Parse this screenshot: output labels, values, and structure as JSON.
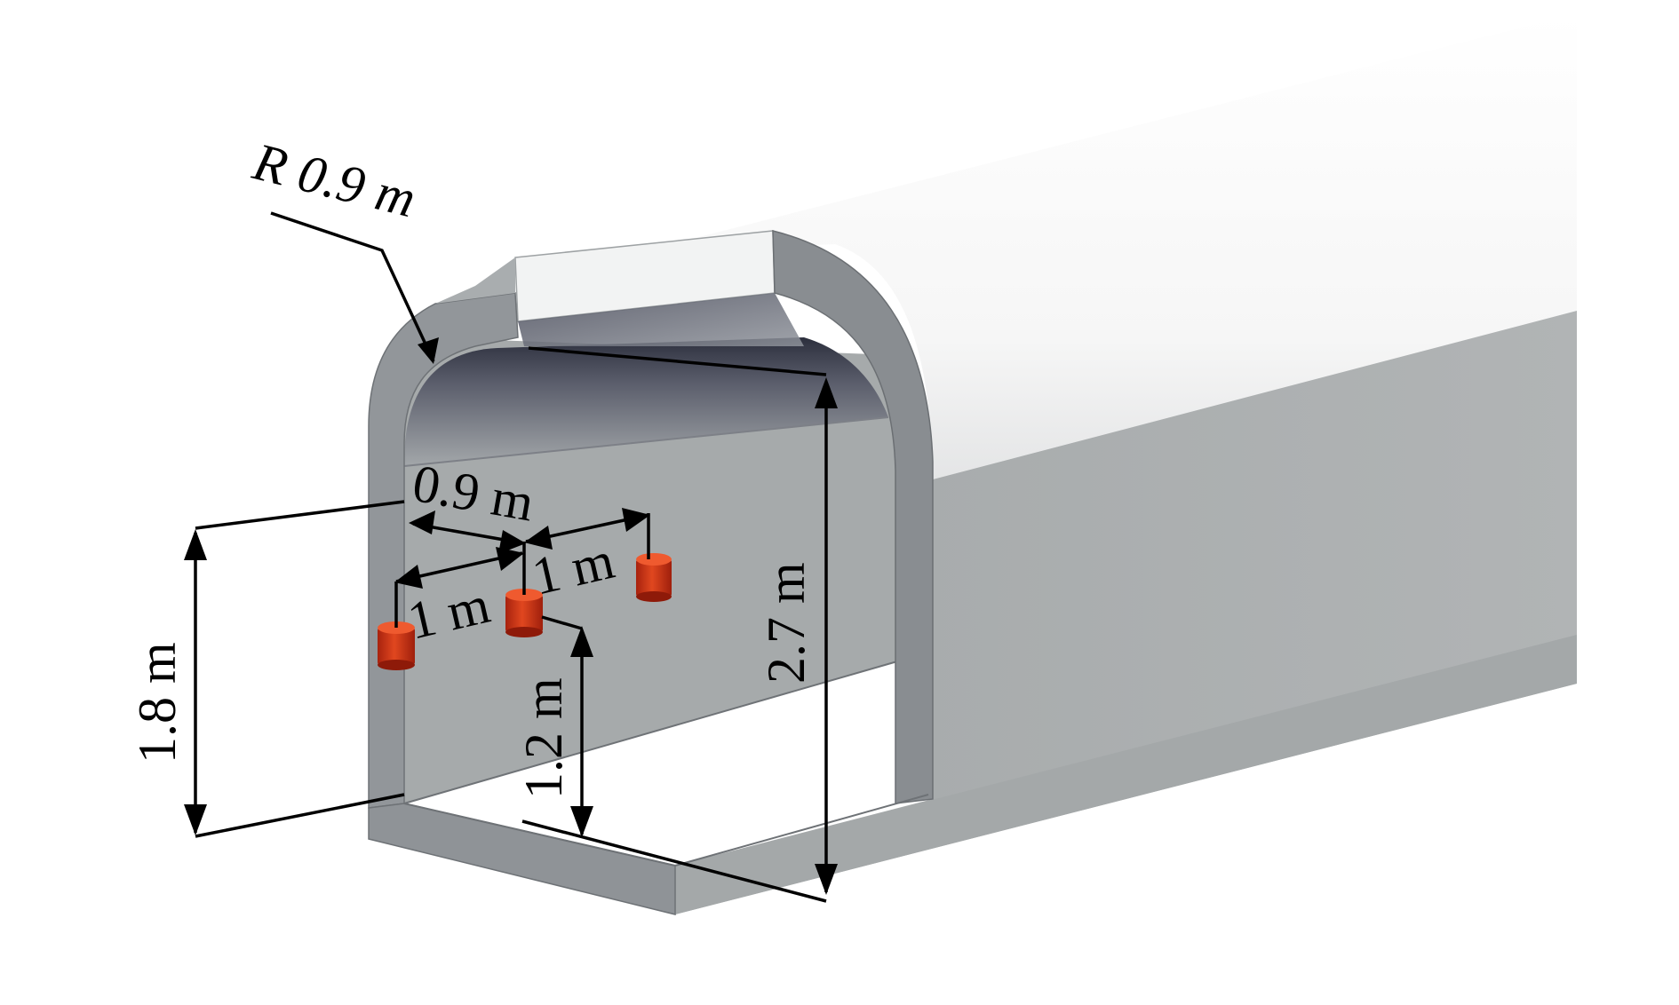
{
  "figure": {
    "labels": {
      "radius": "R 0.9 m",
      "height_total": "2.7 m",
      "height_upper": "1.8 m",
      "height_lower": "1.2 m",
      "offset_wall": "0.9 m",
      "spacing_a": "1 m",
      "spacing_b": "1 m"
    },
    "colors": {
      "background": "#ffffff",
      "wall_face": "#a7abab",
      "edge_face": "#8a8e92",
      "arch_top": "#fbfbfb",
      "inner_ceiling_dark": "#2f3240",
      "sensor": "#d43a1c",
      "dimension_line": "#000000"
    },
    "sensors": [
      {
        "name": "sensor-left"
      },
      {
        "name": "sensor-center"
      },
      {
        "name": "sensor-right"
      }
    ]
  }
}
